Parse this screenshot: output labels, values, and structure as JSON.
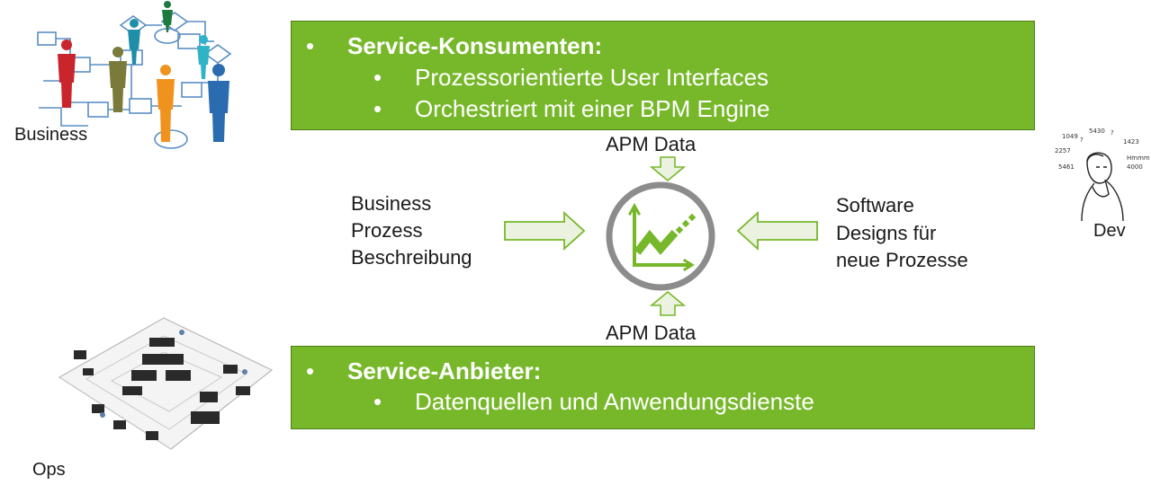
{
  "top_box": {
    "heading": "Service-Konsumenten:",
    "items": [
      "Prozessorientierte User Interfaces",
      "Orchestriert mit einer BPM Engine"
    ]
  },
  "bottom_box": {
    "heading": "Service-Anbieter:",
    "items": [
      "Datenquellen und Anwendungsdienste"
    ]
  },
  "bullet_symbol": "•",
  "apm_top": "APM Data",
  "apm_bottom": "APM Data",
  "left_text": [
    "Business",
    "Prozess",
    "Beschreibung"
  ],
  "right_text": [
    "Software",
    "Designs für",
    "neue Prozesse"
  ],
  "labels": {
    "business": "Business",
    "dev": "Dev",
    "ops": "Ops"
  },
  "dev_note_numbers": [
    "1049",
    "5430",
    "1423",
    "2257",
    "Hmmm",
    "5461",
    "4000"
  ],
  "colors": {
    "box_green": "#77b82a",
    "arrow_fill": "#ebf2df",
    "arrow_stroke": "#77b82a",
    "ring": "#8c8c8c",
    "chart_green": "#77b82a"
  },
  "icons": {
    "center": "chart-trend-icon",
    "business": "people-process-map-icon",
    "dev": "thinking-developer-icon",
    "ops": "datacenter-floorplan-icon"
  }
}
